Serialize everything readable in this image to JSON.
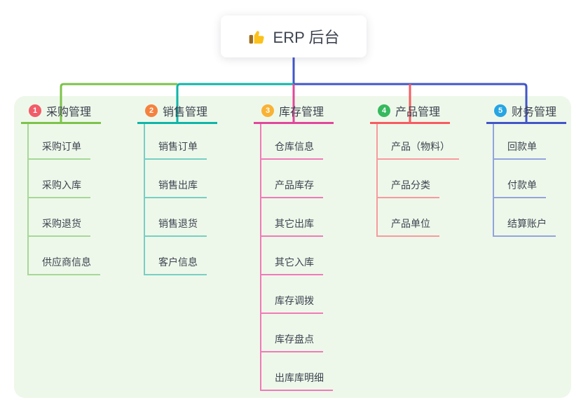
{
  "root": {
    "label": "ERP 后台",
    "icon": "thumbs-up-icon"
  },
  "colors": {
    "page_background": "#ffffff",
    "panel_background": "#eef8ea",
    "text": "#3d4350",
    "root_connector": "#4156c8"
  },
  "branches": [
    {
      "number": "1",
      "label": "采购管理",
      "badge_color": "#f25b68",
      "line_color": "#7cc34a",
      "child_line_color": "#a6d898",
      "children": [
        "采购订单",
        "采购入库",
        "采购退货",
        "供应商信息"
      ]
    },
    {
      "number": "2",
      "label": "销售管理",
      "badge_color": "#f5813e",
      "line_color": "#0fb5a8",
      "child_line_color": "#76cfc4",
      "children": [
        "销售订单",
        "销售出库",
        "销售退货",
        "客户信息"
      ]
    },
    {
      "number": "3",
      "label": "库存管理",
      "badge_color": "#f9b234",
      "line_color": "#e0479c",
      "child_line_color": "#f07ab8",
      "children": [
        "仓库信息",
        "产品库存",
        "其它出库",
        "其它入库",
        "库存调拨",
        "库存盘点",
        "出库库明细"
      ]
    },
    {
      "number": "4",
      "label": "产品管理",
      "badge_color": "#36b95e",
      "line_color": "#f75b60",
      "child_line_color": "#f89a9e",
      "children": [
        "产品（物料）",
        "产品分类",
        "产品单位"
      ]
    },
    {
      "number": "5",
      "label": "财务管理",
      "badge_color": "#26a5e3",
      "line_color": "#4156c8",
      "child_line_color": "#92a4dd",
      "children": [
        "回款单",
        "付款单",
        "结算账户"
      ]
    }
  ]
}
